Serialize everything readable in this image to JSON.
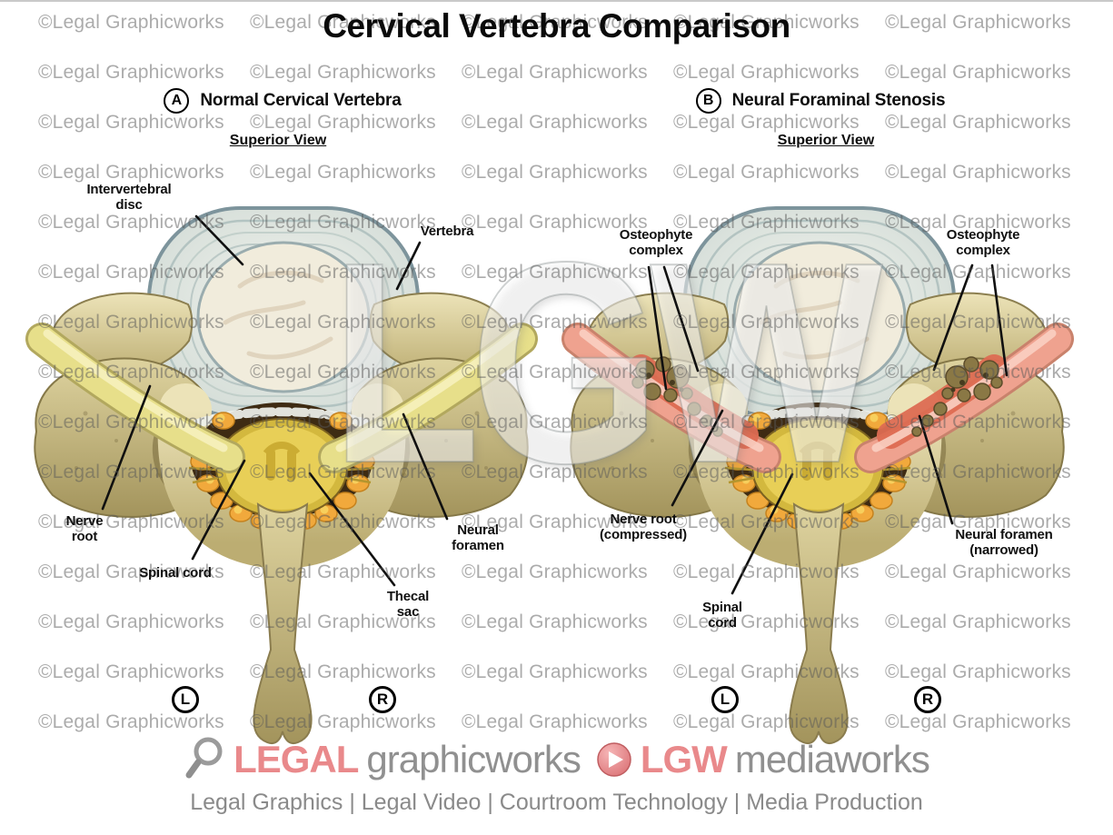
{
  "title": "Cervical Vertebra Comparison",
  "watermark": {
    "text": "©Legal Graphicworks",
    "big_text": "LGW"
  },
  "panels": [
    {
      "letter": "A",
      "heading": "Normal Cervical Vertebra",
      "view": "Superior View",
      "side_left": "L",
      "side_right": "R",
      "labels": {
        "disc": "Intervertebral disc",
        "vertebra": "Vertebra",
        "nerve_root": "Nerve root",
        "spinal_cord": "Spinal cord",
        "neural_foramen": "Neural foramen",
        "thecal_sac": "Thecal sac"
      }
    },
    {
      "letter": "B",
      "heading": "Neural Foraminal Stenosis",
      "view": "Superior View",
      "side_left": "L",
      "side_right": "R",
      "labels": {
        "osteophyte_left": "Osteophyte complex",
        "osteophyte_right": "Osteophyte complex",
        "nerve_root": "Nerve root (compressed)",
        "spinal_cord": "Spinal cord",
        "neural_foramen": "Neural foramen (narrowed)"
      }
    }
  ],
  "footer": {
    "brand1_accent": "LEGAL",
    "brand1_rest": "graphicworks",
    "brand2_accent": "LGW",
    "brand2_rest": "mediaworks",
    "tagline": "Legal Graphics | Legal Video | Courtroom Technology | Media Production",
    "magnifier_icon": "magnifier-icon",
    "play_icon": "play-icon"
  },
  "colors": {
    "accent_pink": "#e9898b",
    "logo_gray": "#909090",
    "watermark_gray": "#b5b5b5",
    "bone": "#d9cfa0",
    "disc_ring": "#dde6e1",
    "nerve_normal": "#e7df8a",
    "nerve_compressed": "#dd6b52",
    "epidural_fat": "#f1a93c",
    "spinal_cord_yellow": "#e8cf57",
    "canal_brown": "#3e2b13",
    "label_black": "#101010"
  }
}
